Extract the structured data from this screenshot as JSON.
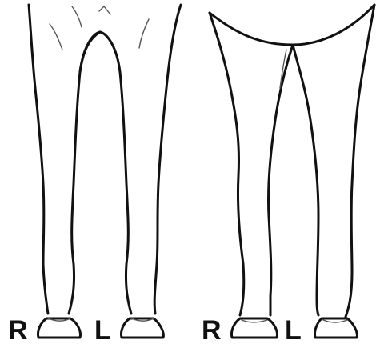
{
  "panels": [
    {
      "id": "front",
      "labels": {
        "right": "R",
        "left": "L"
      }
    },
    {
      "id": "hind",
      "labels": {
        "right": "R",
        "left": "L"
      }
    }
  ],
  "colors": {
    "line": "#111111",
    "background": "#ffffff"
  }
}
